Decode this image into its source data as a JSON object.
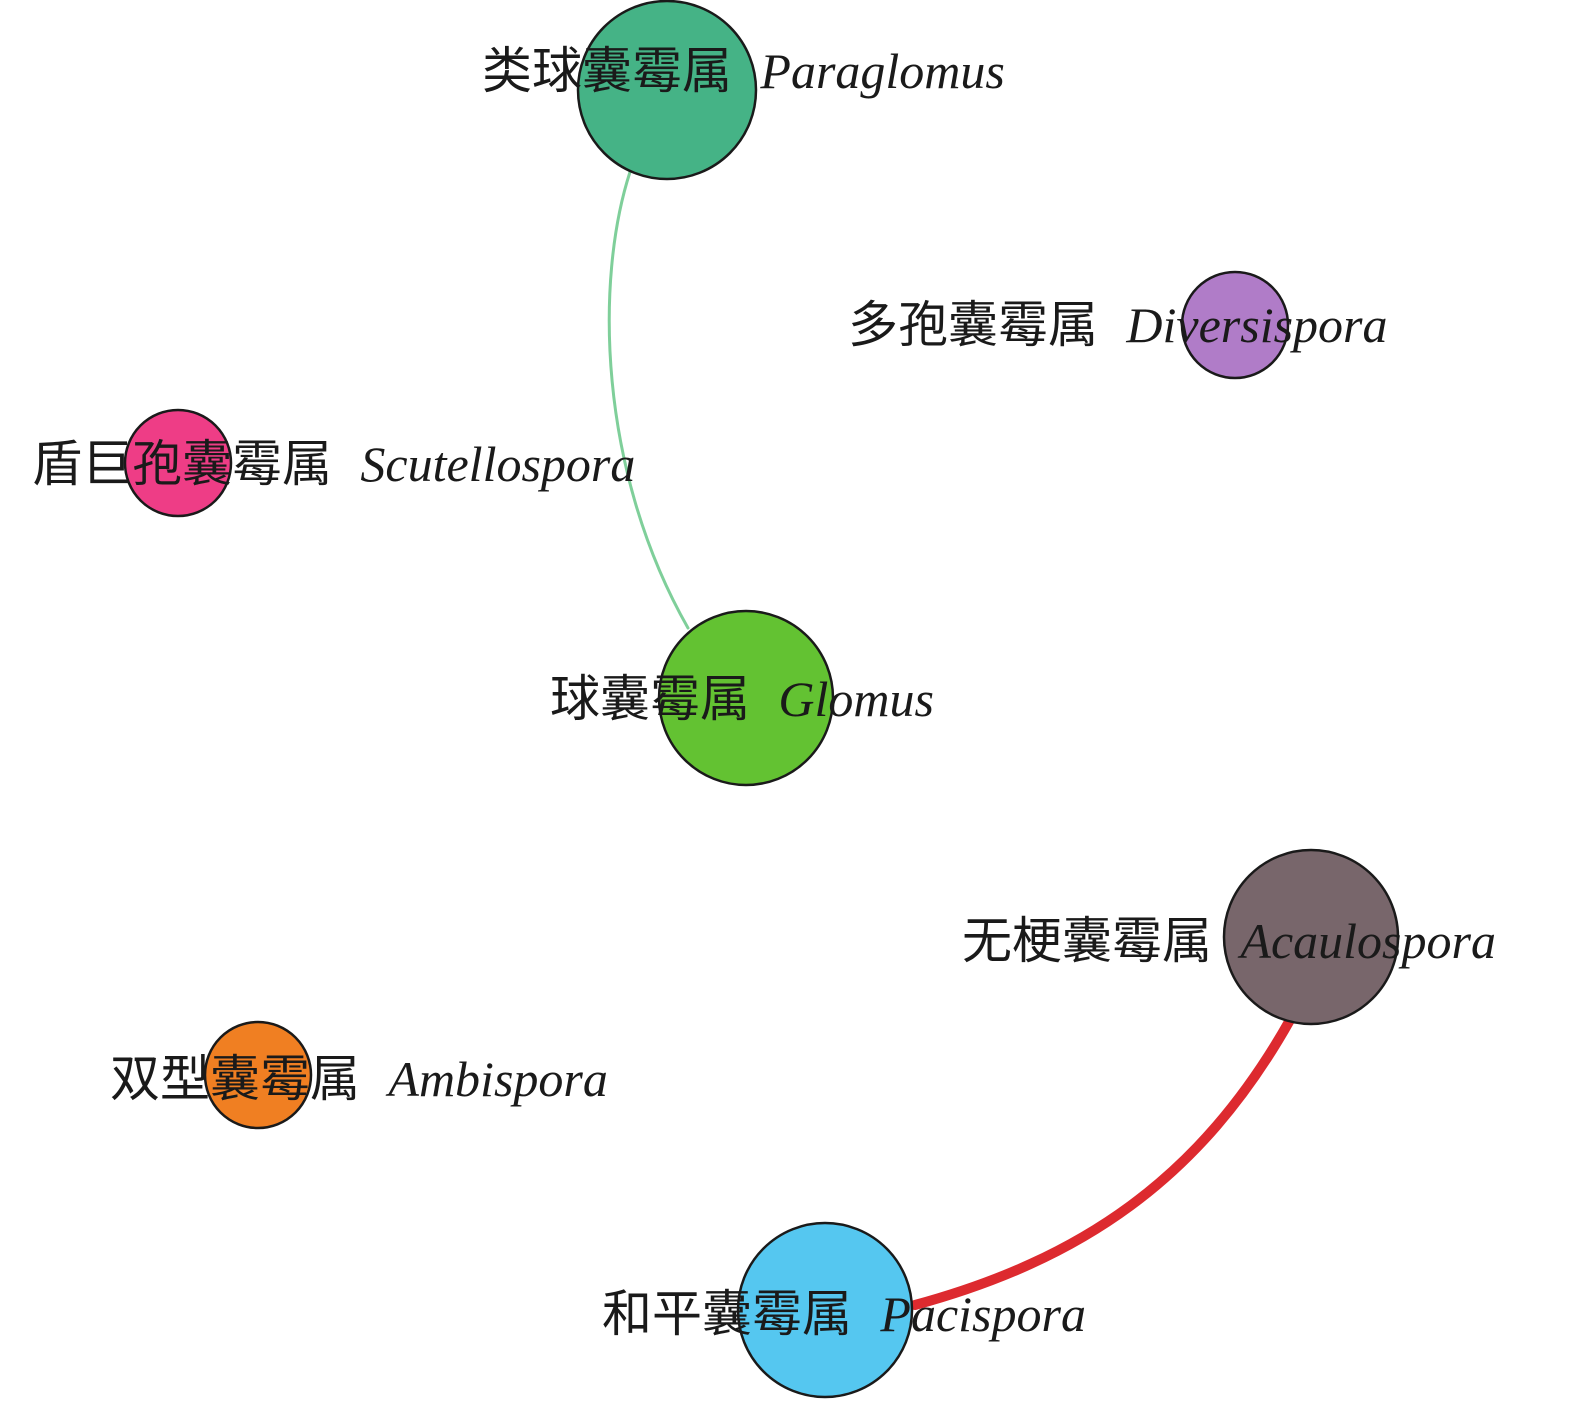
{
  "colors": {
    "paraglomus": "#45b386",
    "diversispora": "#b07cc8",
    "scutellospora": "#ee3d86",
    "glomus": "#63c232",
    "acaulospora": "#78666b",
    "ambispora": "#f07f22",
    "pacispora": "#55c7f0",
    "edge_positive": "#7fcf9a",
    "edge_strong": "#dd2a2f"
  },
  "nodes": [
    {
      "id": "paraglomus",
      "cn": "类球囊霉属",
      "latin": "Paraglomus"
    },
    {
      "id": "diversispora",
      "cn": "多孢囊霉属",
      "latin": "Diversispora"
    },
    {
      "id": "scutellospora",
      "cn": "盾巨孢囊霉属",
      "latin": "Scutellospora"
    },
    {
      "id": "glomus",
      "cn": "球囊霉属",
      "latin": "Glomus"
    },
    {
      "id": "acaulospora",
      "cn": "无梗囊霉属",
      "latin": "Acaulospora"
    },
    {
      "id": "ambispora",
      "cn": "双型囊霉属",
      "latin": "Ambispora"
    },
    {
      "id": "pacispora",
      "cn": "和平囊霉属",
      "latin": "Pacispora"
    }
  ],
  "edges": [
    {
      "source": "paraglomus",
      "target": "glomus",
      "color": "#7fcf9a"
    },
    {
      "source": "acaulospora",
      "target": "pacispora",
      "color": "#dd2a2f"
    }
  ]
}
